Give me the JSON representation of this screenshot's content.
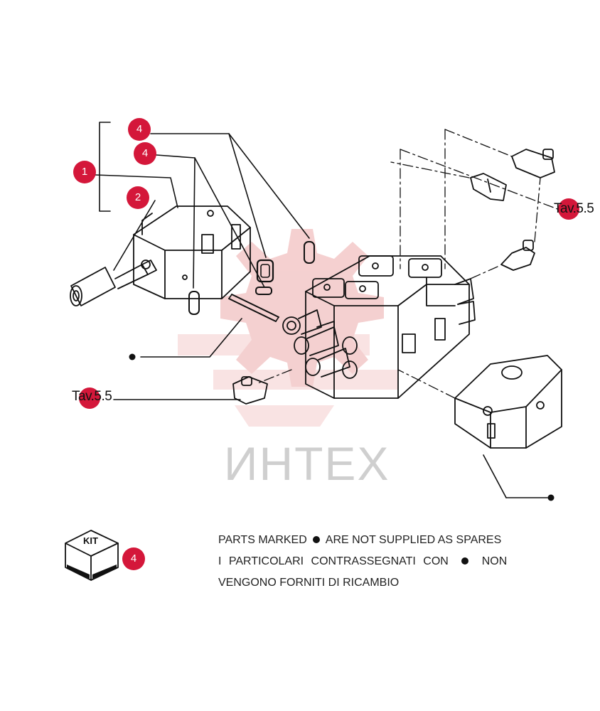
{
  "colors": {
    "callout": "#d4173a",
    "watermark": "#f3c8c8",
    "line": "#111111"
  },
  "callouts": [
    "1",
    "2",
    "4",
    "4",
    "4"
  ],
  "refs": {
    "tav_right": "Tav.5.5",
    "tav_left": "Tav.5.5"
  },
  "watermark": {
    "text": "ИНТЕХ"
  },
  "kit": {
    "label": "KIT",
    "callout": "4"
  },
  "notes": {
    "en_part1": "PARTS MARKED",
    "en_part2": "ARE NOT SUPPLIED AS SPARES",
    "it_part1": "I PARTICOLARI CONTRASSEGNATI CON",
    "it_part2": "NON",
    "it_line2": "VENGONO FORNITI DI RICAMBIO"
  }
}
